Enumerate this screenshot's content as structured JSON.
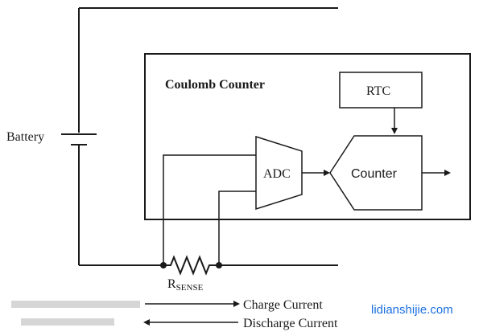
{
  "battery": {
    "label": "Battery"
  },
  "coulomb_counter": {
    "title": "Coulomb Counter"
  },
  "rtc": {
    "label": "RTC"
  },
  "adc": {
    "label": "ADC"
  },
  "counter": {
    "label": "Counter"
  },
  "rsense": {
    "label_main": "R",
    "label_sub": "SENSE"
  },
  "legend": {
    "charge_label": "Charge Current",
    "discharge_label": "Discharge Current"
  },
  "watermark": {
    "text": "lidianshijie.com",
    "color": "#1a6fe0"
  }
}
